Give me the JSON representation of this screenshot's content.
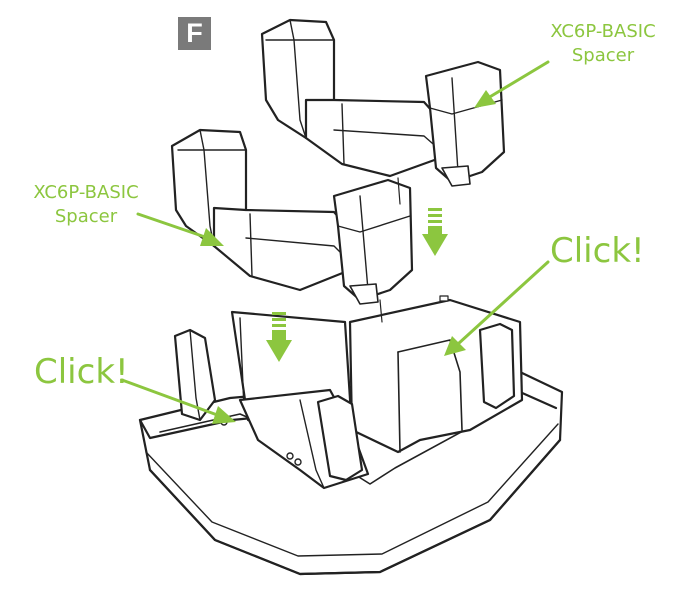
{
  "step_badge": "F",
  "labels": {
    "spacer_top": {
      "line1": "XC6P-BASIC",
      "line2": "Spacer"
    },
    "spacer_middle": {
      "line1": "XC6P-BASIC",
      "line2": "Spacer"
    },
    "click_right": "Click!",
    "click_left": "Click!"
  },
  "colors": {
    "accent_green": "#8cc63f",
    "line_art": "#222222",
    "badge_gray": "#7a7a7a",
    "background": "#ffffff"
  }
}
